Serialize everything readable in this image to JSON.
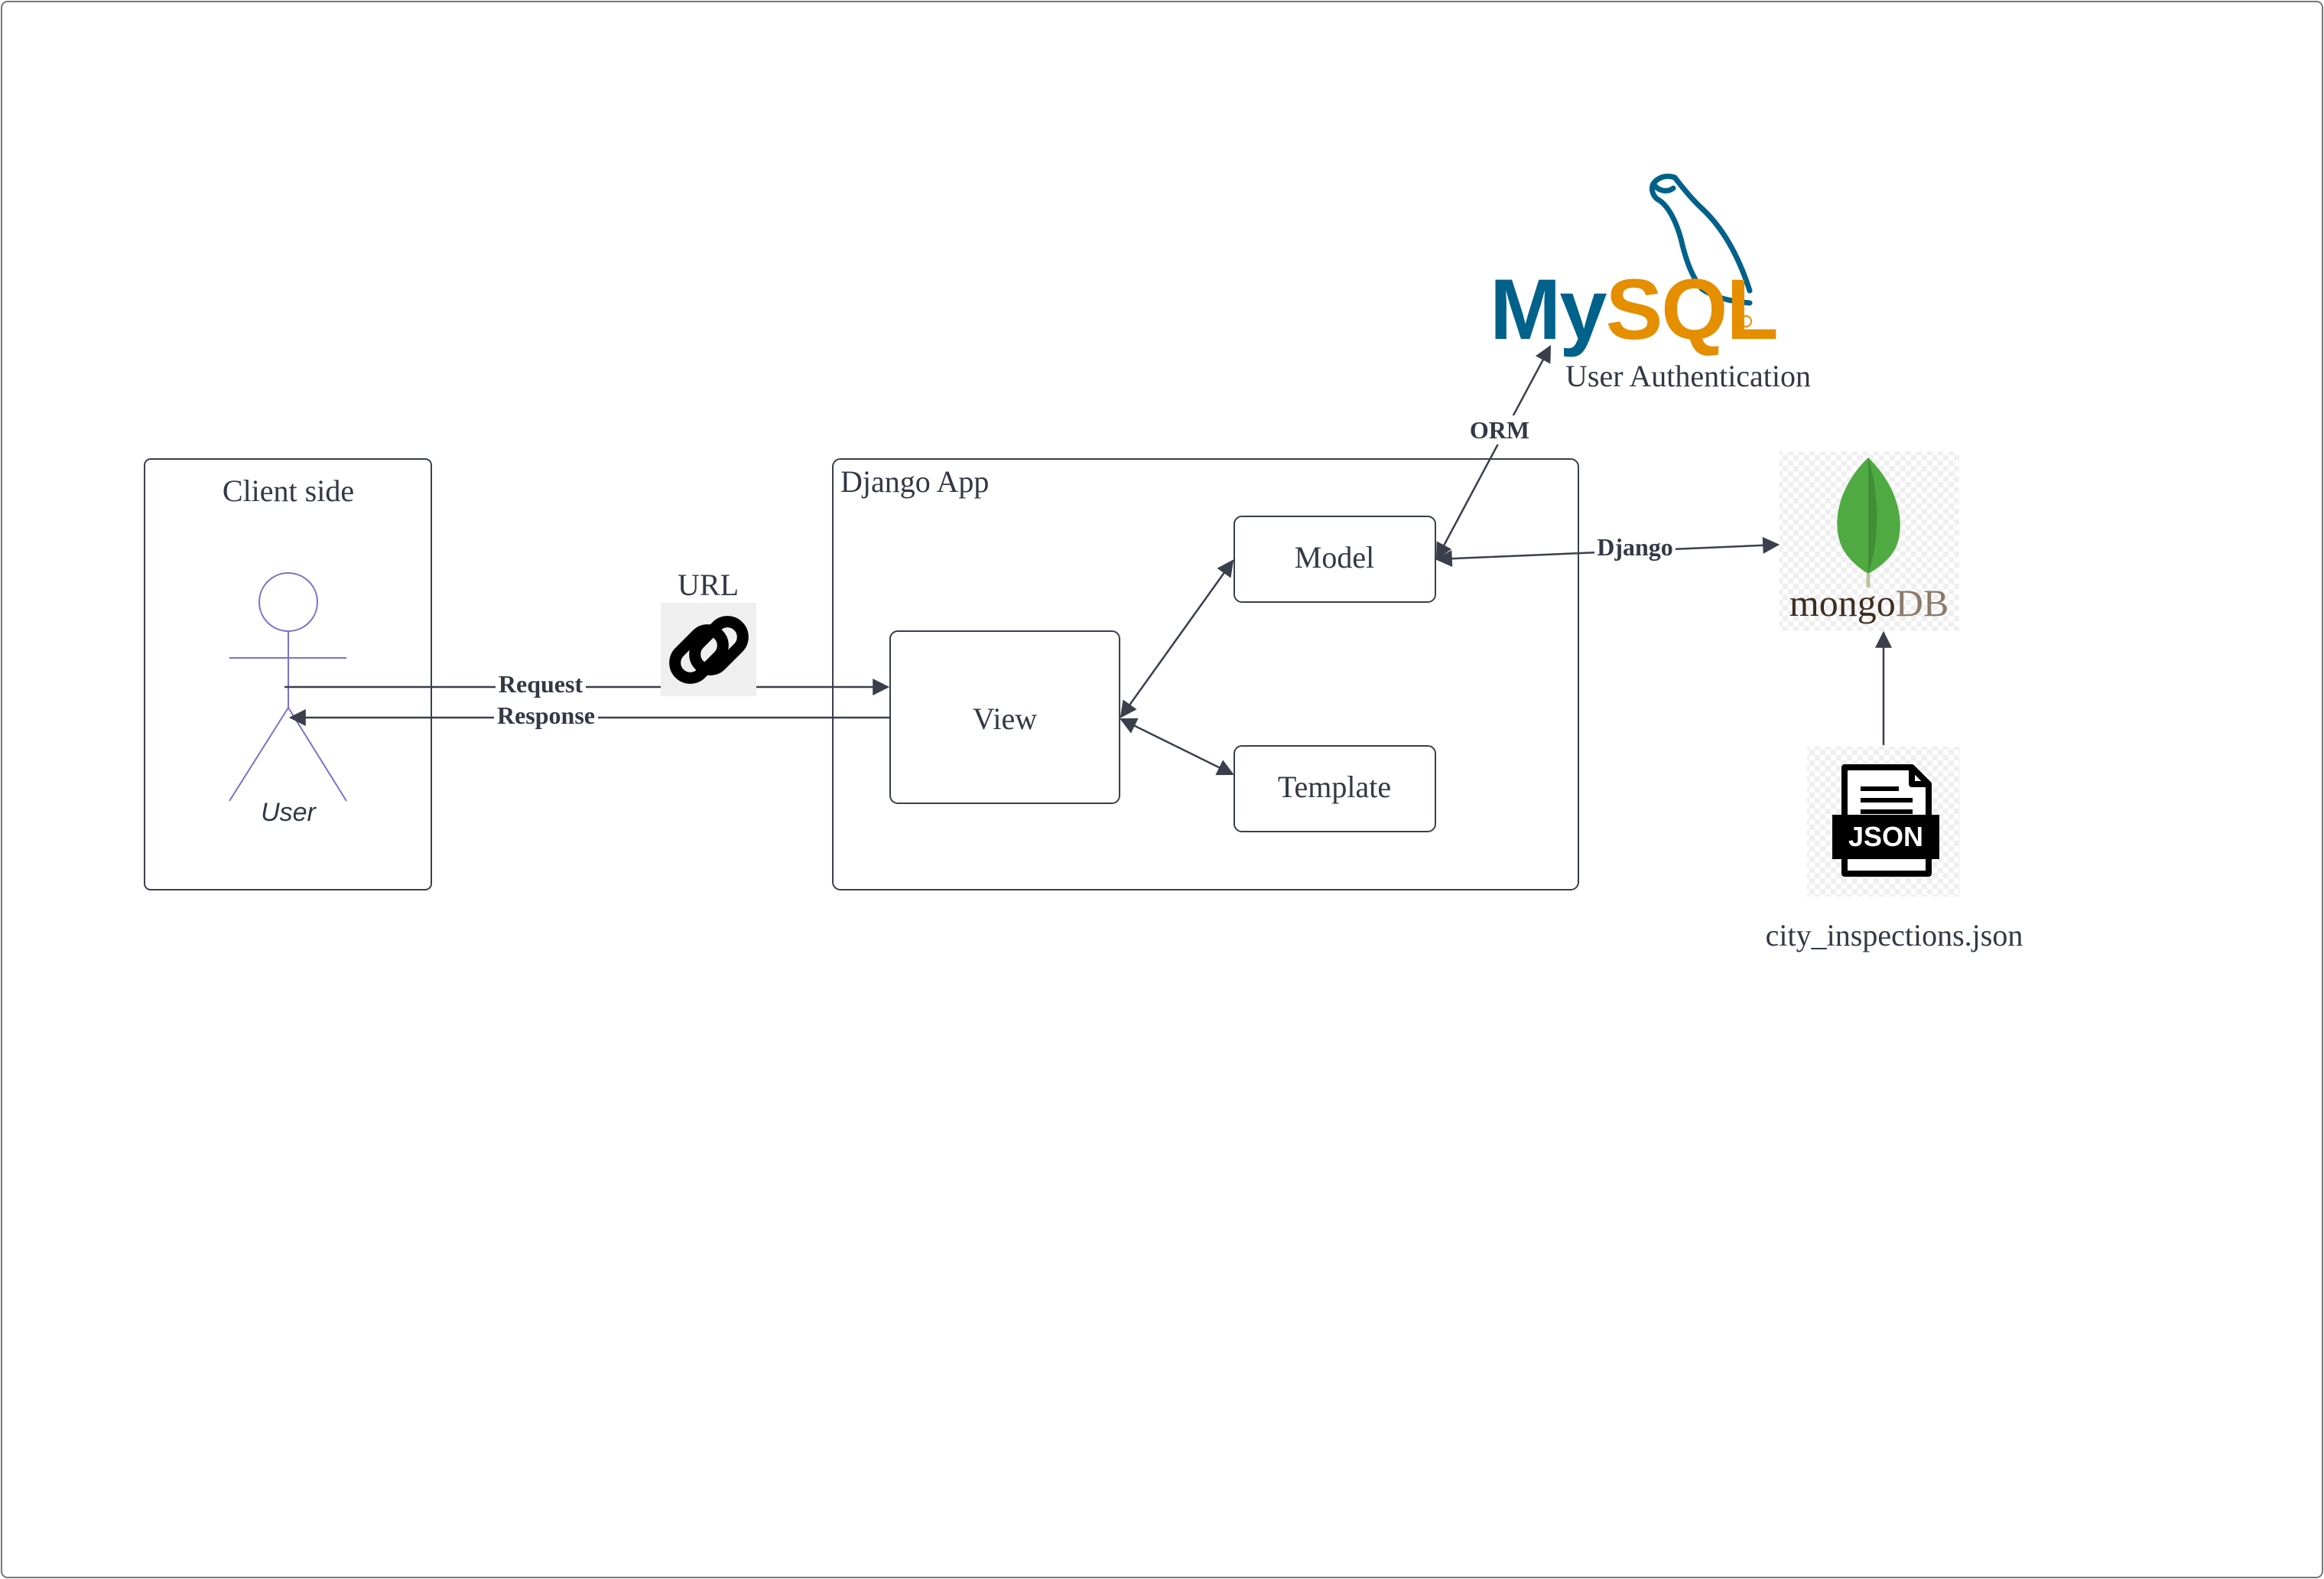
{
  "containers": {
    "client_title": "Client side",
    "django_title": "Django App"
  },
  "actor": {
    "label": "User"
  },
  "components": {
    "view": "View",
    "model": "Model",
    "template": "Template"
  },
  "url_link": {
    "label": "URL",
    "icon": "link-icon"
  },
  "edges": {
    "request": "Request",
    "response": "Response",
    "orm": "ORM",
    "django": "Django"
  },
  "mysql": {
    "logo_text": "MySQL",
    "caption": "User Authentication",
    "colors": {
      "my": "#00618A",
      "sql": "#E48E00"
    }
  },
  "mongodb": {
    "logo_text": "mongoDB",
    "colors": {
      "leaf": "#4FAA41",
      "mongo": "#3F2E1F",
      "db": "#8A7A6A"
    }
  },
  "json_file": {
    "badge": "JSON",
    "filename": "city_inspections.json"
  },
  "colors": {
    "stroke": "#3A3F4B",
    "text": "#333845",
    "actor": "#7A70D0"
  }
}
